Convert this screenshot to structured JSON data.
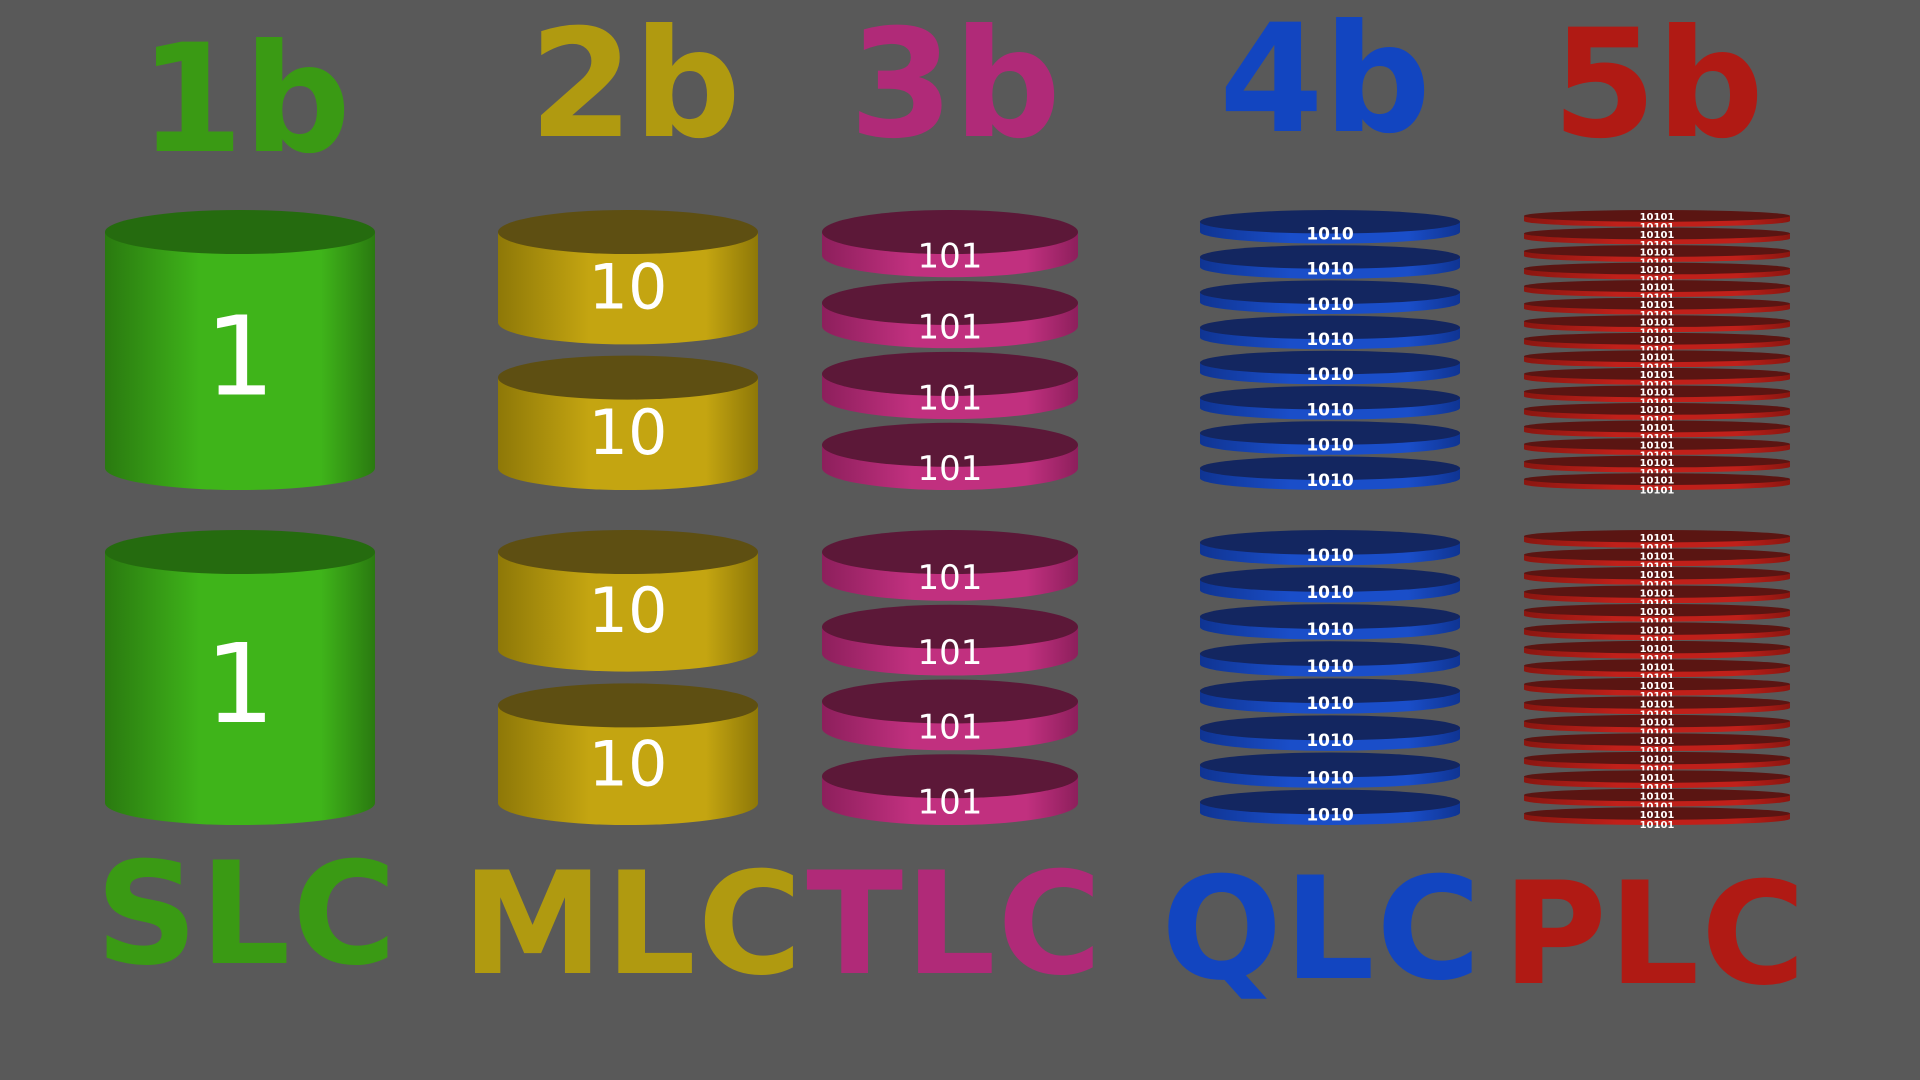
{
  "columns": [
    {
      "id": "slc",
      "bits_label": "1b",
      "type_label": "SLC",
      "color": "#3a9a14",
      "disk_color": "#3fb41a",
      "disk_dark": "#2a7a10",
      "disk_top": "#256b0f",
      "levels": 1,
      "disk_text": "1"
    },
    {
      "id": "mlc",
      "bits_label": "2b",
      "type_label": "MLC",
      "color": "#b09a10",
      "disk_color": "#c4a511",
      "disk_dark": "#8e7808",
      "disk_top": "#5e4f12",
      "levels": 2,
      "disk_text": "10"
    },
    {
      "id": "tlc",
      "bits_label": "3b",
      "type_label": "TLC",
      "color": "#b02a78",
      "disk_color": "#c1307f",
      "disk_dark": "#8d1f5c",
      "disk_top": "#5c1838",
      "levels": 4,
      "disk_text": "101"
    },
    {
      "id": "qlc",
      "bits_label": "4b",
      "type_label": "QLC",
      "color": "#1245c0",
      "disk_color": "#1a4ec9",
      "disk_dark": "#0f3492",
      "disk_top": "#132660",
      "levels": 8,
      "disk_text": "1010"
    },
    {
      "id": "plc",
      "bits_label": "5b",
      "type_label": "PLC",
      "color": "#b01a14",
      "disk_color": "#c0201a",
      "disk_dark": "#8a1610",
      "disk_top": "#5a1512",
      "levels": 16,
      "disk_text": "10101\n10101"
    }
  ]
}
